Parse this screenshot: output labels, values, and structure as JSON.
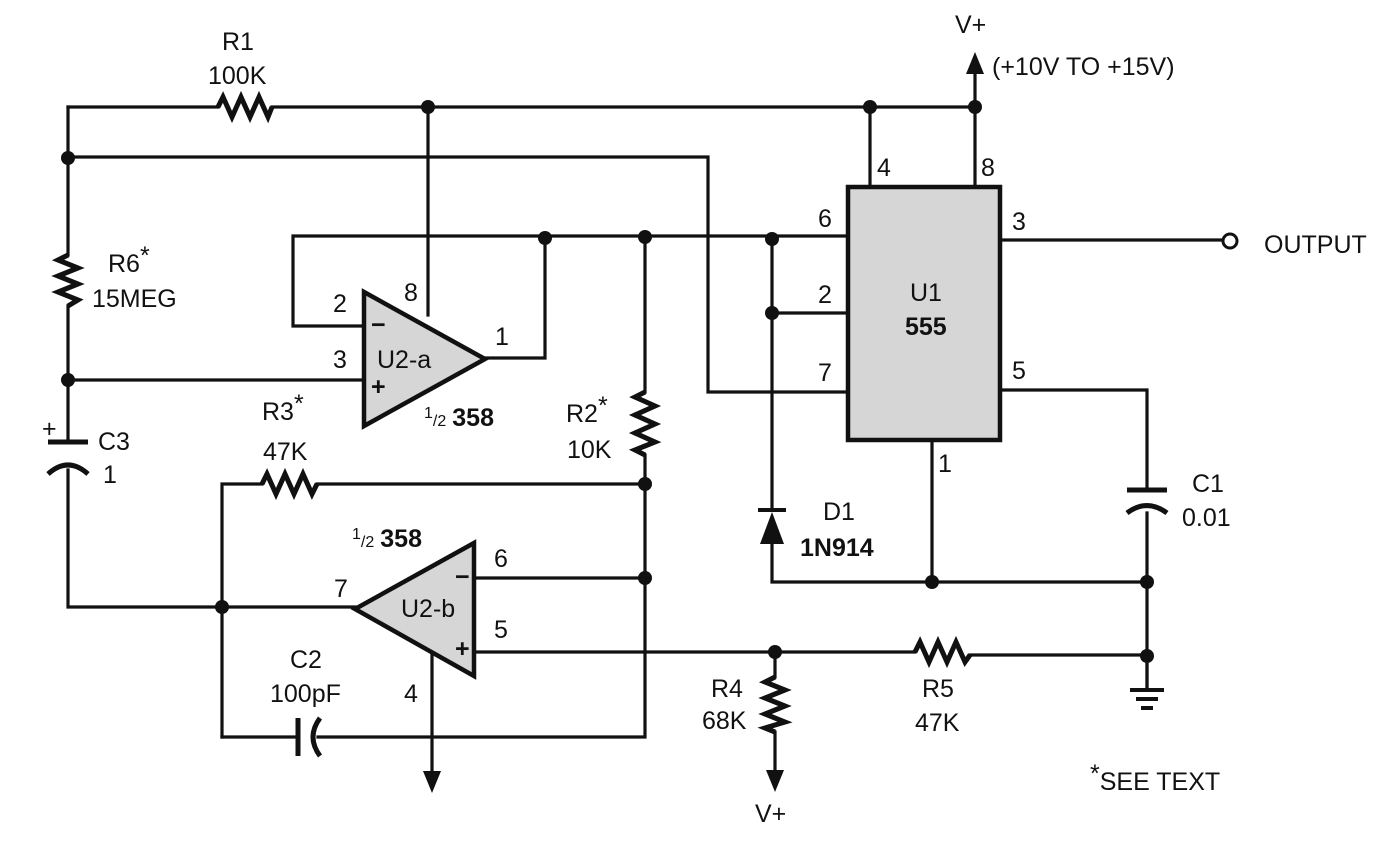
{
  "supply": {
    "top_label": "V+",
    "range": "(+10V TO +15V)",
    "bottom_label_r4": "V+"
  },
  "components": {
    "r1": {
      "ref": "R1",
      "value": "100K"
    },
    "r2": {
      "ref": "R2",
      "star": "*",
      "value": "10K"
    },
    "r3": {
      "ref": "R3",
      "star": "*",
      "value": "47K"
    },
    "r4": {
      "ref": "R4",
      "value": "68K"
    },
    "r5": {
      "ref": "R5",
      "value": "47K"
    },
    "r6": {
      "ref": "R6",
      "star": "*",
      "value": "15MEG"
    },
    "c1": {
      "ref": "C1",
      "value": "0.01"
    },
    "c2": {
      "ref": "C2",
      "value": "100pF"
    },
    "c3": {
      "ref": "C3",
      "value": "1",
      "polarity": "+"
    },
    "d1": {
      "ref": "D1",
      "value": "1N914"
    },
    "u1": {
      "ref": "U1",
      "part": "555"
    },
    "u2a": {
      "ref": "U2-a",
      "frac_num": "1",
      "frac_den": "2",
      "part": "358"
    },
    "u2b": {
      "ref": "U2-b",
      "frac_num": "1",
      "frac_den": "2",
      "part": "358"
    }
  },
  "pins": {
    "u1": {
      "p4": "4",
      "p8": "8",
      "p6": "6",
      "p2": "2",
      "p7": "7",
      "p3": "3",
      "p5": "5",
      "p1": "1"
    },
    "u2a": {
      "p2": "2",
      "p3": "3",
      "p8": "8",
      "p1": "1",
      "minus": "−",
      "plus": "+"
    },
    "u2b": {
      "p6": "6",
      "p5": "5",
      "p7": "7",
      "p4": "4",
      "minus": "−",
      "plus": "+"
    }
  },
  "output_label": "OUTPUT",
  "footnote": {
    "star": "*",
    "text": "SEE TEXT"
  }
}
